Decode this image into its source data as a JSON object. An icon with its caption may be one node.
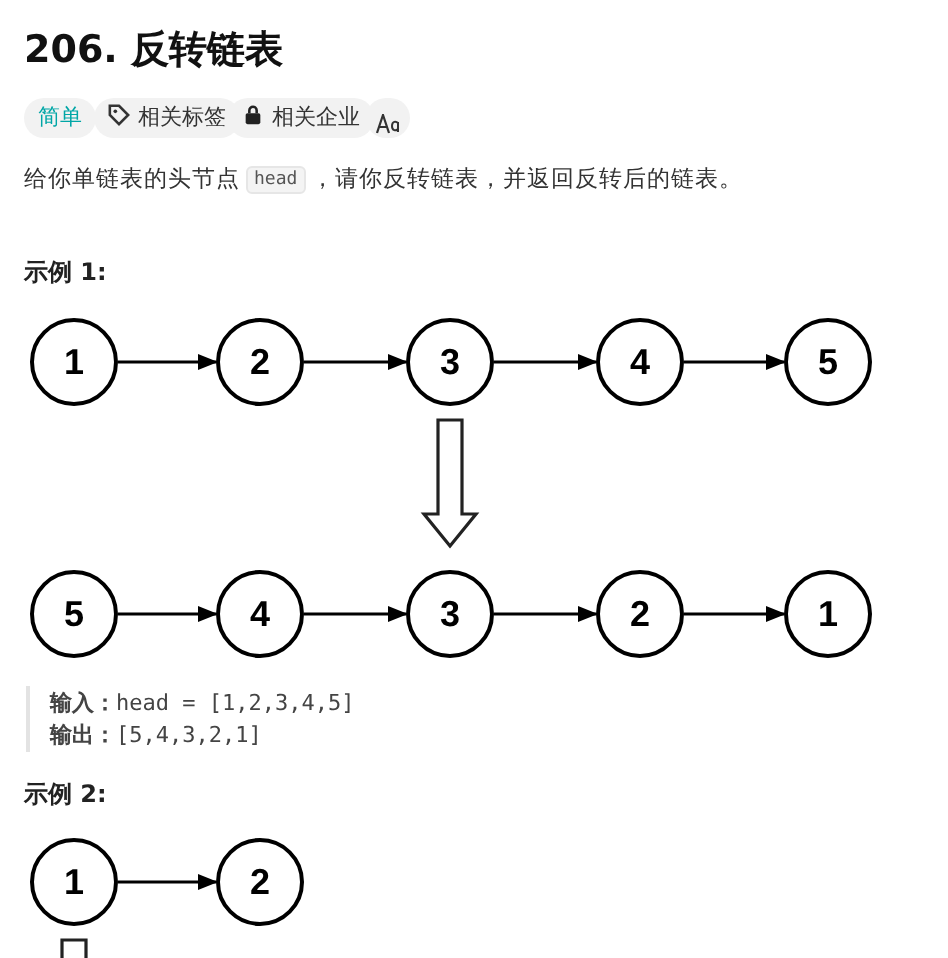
{
  "diagram": {
    "title": "206. 反转链表",
    "nodes": [
      {
        "text": [
          "1"
        ]
      },
      {
        "text": [
          "2"
        ]
      },
      {
        "text": [
          "3"
        ]
      },
      {
        "text": [
          "4"
        ]
      },
      {
        "text": [
          "5"
        ]
      },
      {
        "text": [
          "5"
        ]
      },
      {
        "text": [
          "4"
        ]
      },
      {
        "text": [
          "3"
        ]
      },
      {
        "text": [
          "2"
        ]
      },
      {
        "text": [
          "1"
        ]
      },
      {
        "text": [
          "1"
        ]
      },
      {
        "text": [
          "2"
        ]
      }
    ],
    "edges": [
      {
        "from": 0,
        "to": 1,
        "arrow": "to"
      },
      {
        "from": 1,
        "to": 2,
        "arrow": "to"
      },
      {
        "from": 2,
        "to": 3,
        "arrow": "to"
      },
      {
        "from": 3,
        "to": 4,
        "arrow": "to"
      },
      {
        "from": 2,
        "to": 7,
        "arrow": "to",
        "style": "thick"
      },
      {
        "from": 5,
        "to": 6,
        "arrow": "to"
      },
      {
        "from": 6,
        "to": 7,
        "arrow": "to"
      },
      {
        "from": 7,
        "to": 8,
        "arrow": "to"
      },
      {
        "from": 8,
        "to": 9,
        "arrow": "to"
      },
      {
        "from": 10,
        "to": 11,
        "arrow": "to"
      },
      {
        "from": 10,
        "to": null,
        "arrow": "to",
        "style": "thick"
      }
    ],
    "labels": [
      "简单",
      "相关标签",
      "相关企业",
      "给你单链表的头节点",
      "head",
      "，请你反转链表，并返回反转后的链表。",
      "示例 1:",
      "**输入：**head = [1,2,3,4,5]",
      "**输出：**[5,4,3,2,1]",
      "示例 2:"
    ]
  }
}
